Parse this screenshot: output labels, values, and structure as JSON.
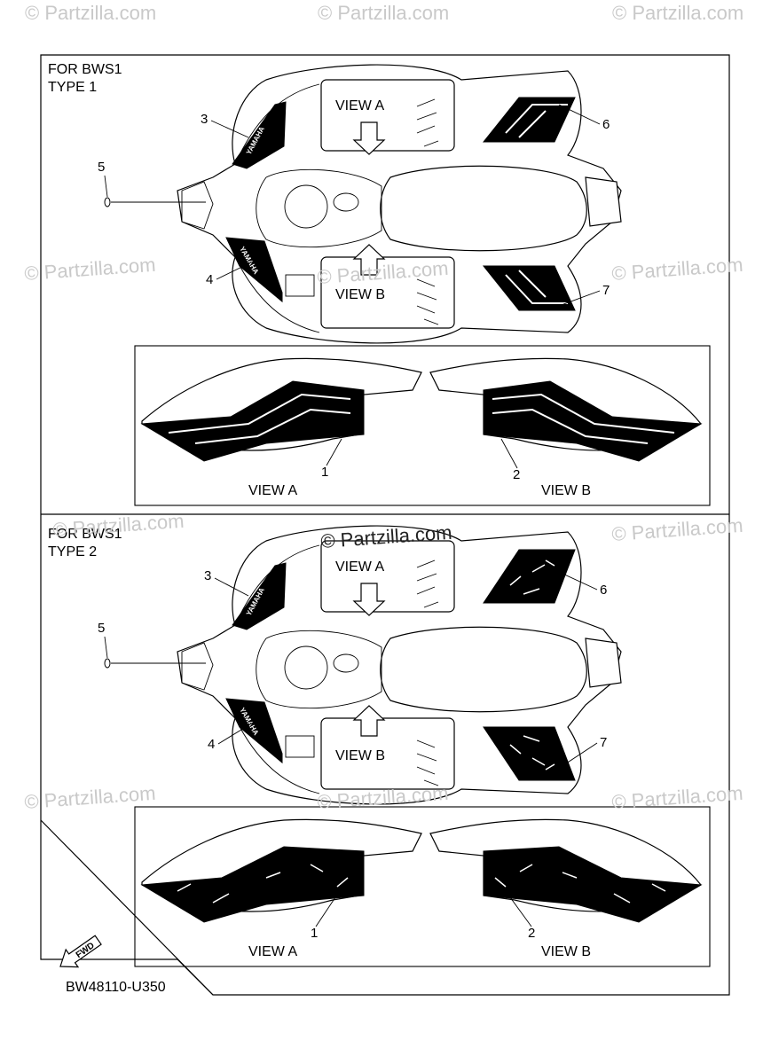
{
  "watermark": {
    "text": "© Partzilla.com",
    "center_text": "© Partzilla.com"
  },
  "type1": {
    "heading_line1": "FOR BWS1",
    "heading_line2": "TYPE 1",
    "view_a": "VIEW A",
    "view_b": "VIEW B",
    "callouts": [
      "1",
      "2",
      "3",
      "4",
      "5",
      "6",
      "7"
    ],
    "inset_view_a": "VIEW A",
    "inset_view_b": "VIEW B"
  },
  "type2": {
    "heading_line1": "FOR BWS1",
    "heading_line2": "TYPE 2",
    "view_a": "VIEW A",
    "view_b": "VIEW B",
    "callouts": [
      "1",
      "2",
      "3",
      "4",
      "5",
      "6",
      "7"
    ],
    "inset_view_a": "VIEW A",
    "inset_view_b": "VIEW B"
  },
  "fwd_label": "FWD",
  "part_code": "BW48110-U350"
}
